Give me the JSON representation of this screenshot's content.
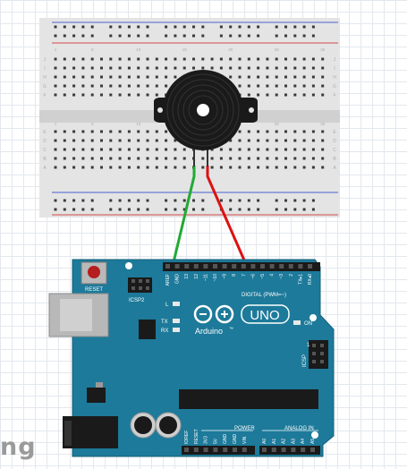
{
  "watermark": "ng",
  "colors": {
    "board": "#1d7a9a",
    "breadboard": "#e4e4e4",
    "wire_ground": "#22aa33",
    "wire_signal": "#dd1111",
    "buzzer": "#1a1a1a"
  },
  "breadboard": {
    "col_numbers": [
      "1",
      "5",
      "10",
      "15",
      "20",
      "25",
      "30"
    ],
    "row_letters_top": [
      "J",
      "I",
      "H",
      "G",
      "F"
    ],
    "row_letters_bottom": [
      "E",
      "D",
      "C",
      "B",
      "A"
    ]
  },
  "arduino": {
    "reset_label": "RESET",
    "icsp2_label": "ICSP2",
    "l_label": "L",
    "tx_label": "TX",
    "rx_label": "RX",
    "brand": "Arduino",
    "tm": "™",
    "model": "UNO",
    "on_label": "ON",
    "digital_label": "DIGITAL (PWM=~)",
    "icsp_label": "ICSP",
    "icsp_num": "1",
    "power_label": "POWER",
    "analog_label": "ANALOG IN",
    "digital_pins": [
      "AREF",
      "GND",
      "13",
      "12",
      "~11",
      "~10",
      "~9",
      "8",
      "7",
      "~6",
      "~5",
      "4",
      "~3",
      "2",
      "TX▸1",
      "RX◂0"
    ],
    "power_pins": [
      "IOREF",
      "RESET",
      "3V3",
      "5V",
      "GND",
      "GND",
      "VIN"
    ],
    "analog_pins": [
      "A0",
      "A1",
      "A2",
      "A3",
      "A4",
      "A5"
    ]
  }
}
